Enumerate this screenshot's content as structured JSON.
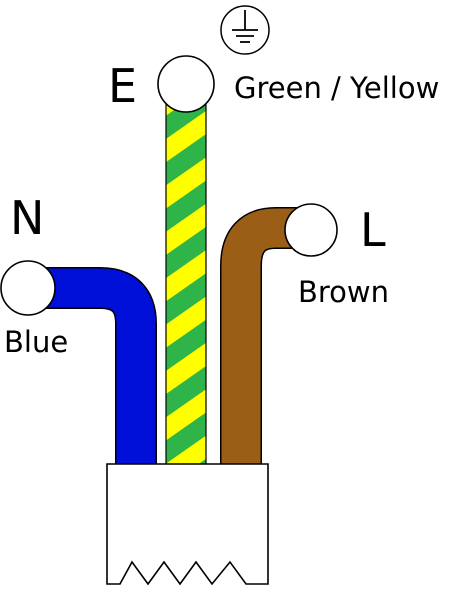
{
  "terminals": {
    "earth": {
      "letter": "E",
      "label": "Green / Yellow",
      "colors": [
        "#2fb44a",
        "#ffff00"
      ],
      "symbol": "earth-ground-icon"
    },
    "neutral": {
      "letter": "N",
      "label": "Blue",
      "color": "#0010d8"
    },
    "live": {
      "letter": "L",
      "label": "Brown",
      "color": "#9a5e17"
    }
  }
}
